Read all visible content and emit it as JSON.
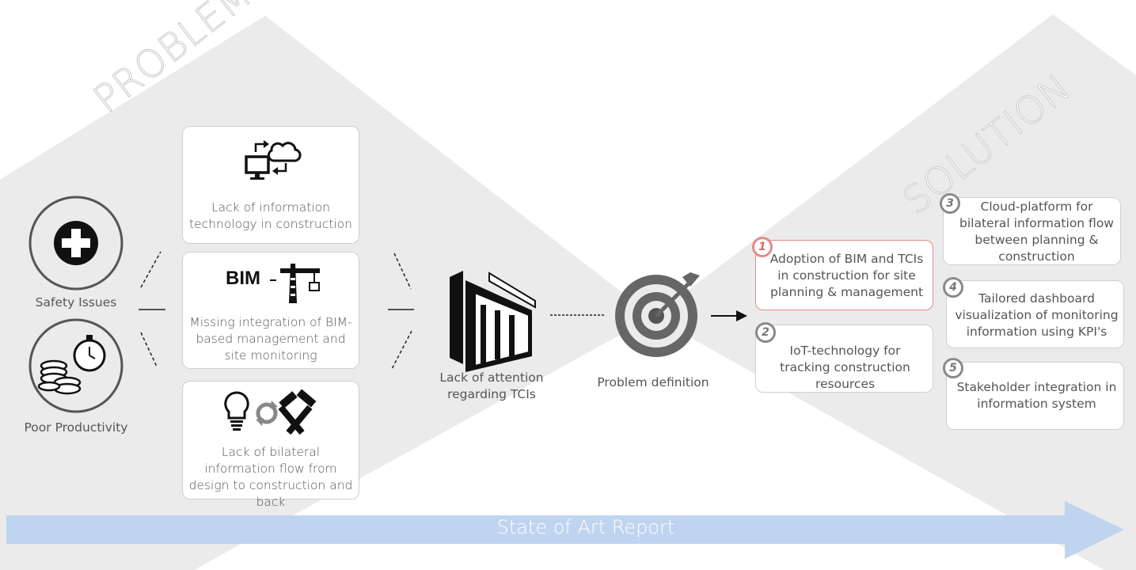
{
  "headings": {
    "problem": "PROBLEM",
    "solution": "SOLUTION"
  },
  "issues": [
    {
      "label": "Safety Issues",
      "icon": "medical-cross-icon"
    },
    {
      "label": "Poor Productivity",
      "icon": "coins-stopwatch-icon"
    }
  ],
  "problems": [
    {
      "text": "Lack of information technology in construction",
      "icon": "computer-cloud-sync-icon"
    },
    {
      "text": "Missing integration of BIM-based management and site monitoring",
      "icon": "bim-crane-icon",
      "icon_text": "BIM"
    },
    {
      "text": "Lack of bilateral information flow from design to construction and back",
      "icon": "bulb-tools-icon"
    }
  ],
  "center": {
    "tci_label": "Lack of attention regarding TCIs",
    "problem_def_label": "Problem definition"
  },
  "solutions": [
    {
      "num": "1",
      "text": "Adoption of BIM and TCIs in construction for site planning & management",
      "highlight": true
    },
    {
      "num": "2",
      "text": "IoT-technology for tracking construction resources"
    },
    {
      "num": "3",
      "text": "Cloud-platform for bilateral information flow between planning & construction"
    },
    {
      "num": "4",
      "text": "Tailored dashboard visualization of monitoring information using KPI's"
    },
    {
      "num": "5",
      "text": "Stakeholder integration in information system"
    }
  ],
  "arrow_label": "State of Art Report",
  "colors": {
    "diamond": "#ebebeb",
    "arrow": "#bfd4ef",
    "highlight": "#e38a8a",
    "icon": "#111111"
  }
}
